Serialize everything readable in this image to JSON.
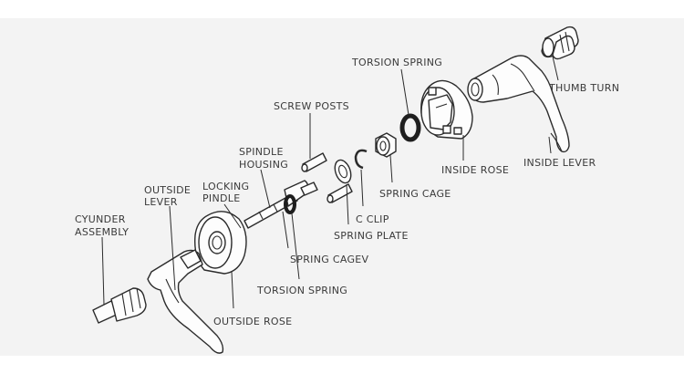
{
  "labels": {
    "torsion_spring_top": "TORSION SPRING",
    "thumb_turn": "THUMB TURN",
    "screw_posts": "SCREW POSTS",
    "spindle_housing_1": "SPINDLE",
    "spindle_housing_2": "HOUSING",
    "outside_lever_1": "OUTSIDE",
    "outside_lever_2": "LEVER",
    "locking_spindle_1": "LOCKING",
    "locking_spindle_2": "PINDLE",
    "cylinder_assembly_1": "CYUNDER",
    "cylinder_assembly_2": "ASSEMBLY",
    "inside_rose": "INSIDE ROSE",
    "inside_lever": "INSIDE LEVER",
    "spring_cage_right": "SPRING CAGE",
    "c_clip": "C CLIP",
    "spring_plate": "SPRING PLATE",
    "spring_cage_left": "SPRING CAGEV",
    "torsion_spring_bottom": "TORSION SPRING",
    "outside_rose": "OUTSIDE ROSE"
  }
}
